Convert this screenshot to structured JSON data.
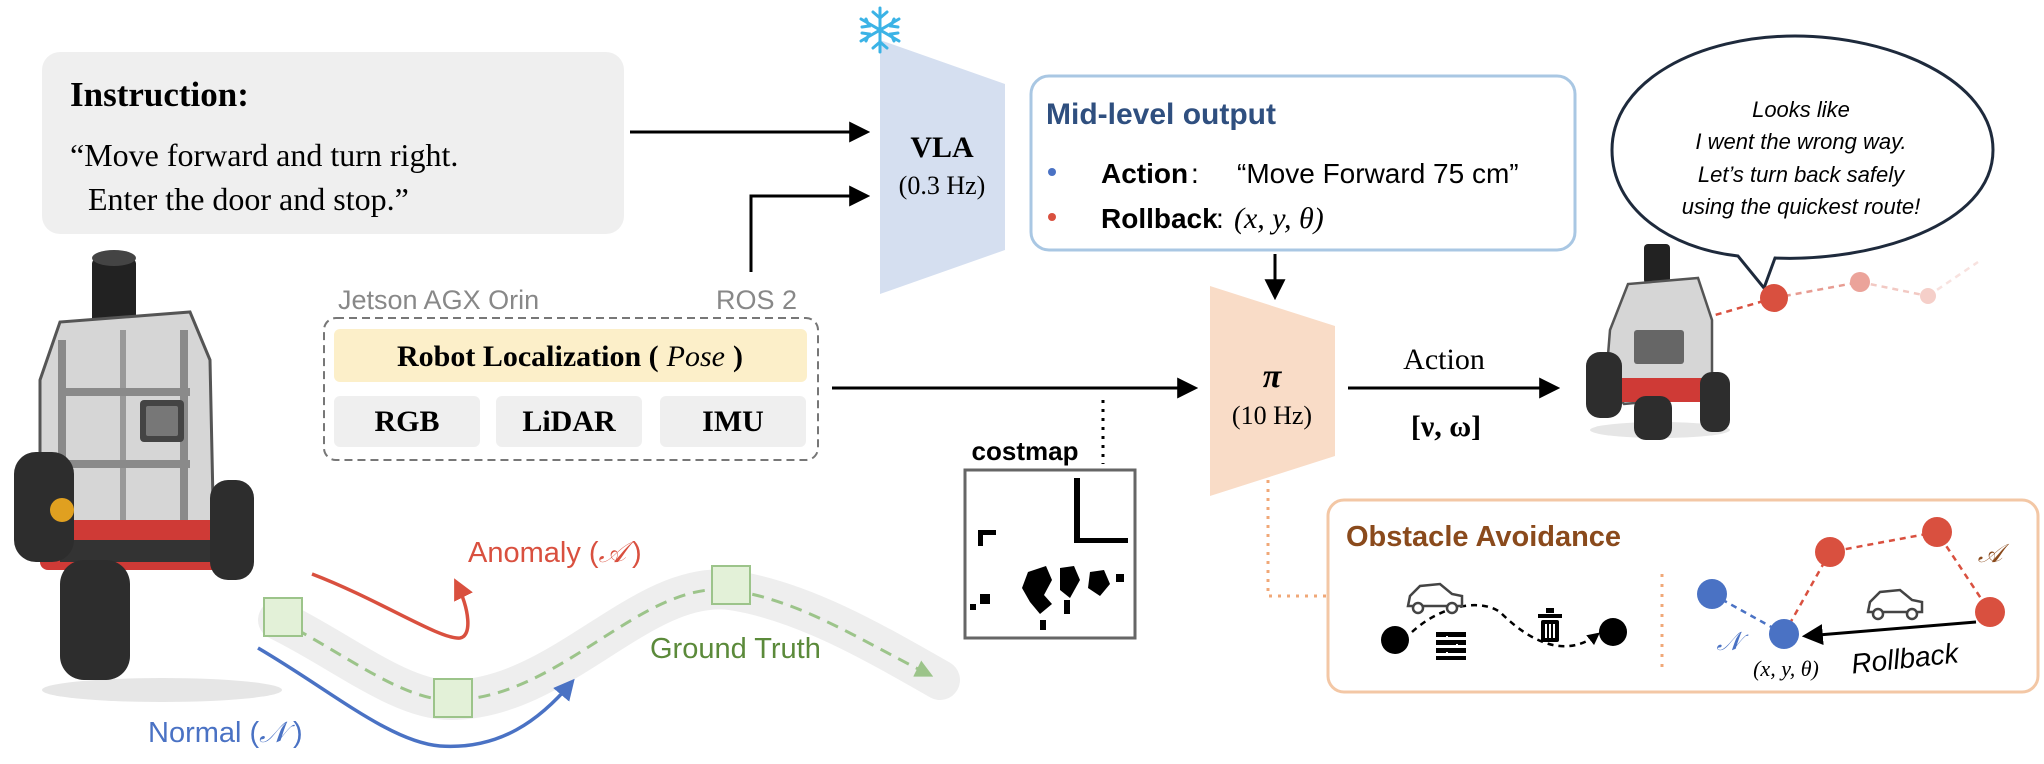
{
  "instruction": {
    "heading": "Instruction:",
    "line1": "“Move forward and turn right.",
    "line2": "Enter the door and stop.”"
  },
  "vla": {
    "title": "VLA",
    "rate": "(0.3 Hz)"
  },
  "mid_level": {
    "title": "Mid-level output",
    "action_label": "Action",
    "action_value": "“Move Forward 75 cm”",
    "rollback_label": "Rollback",
    "rollback_value": "(x, y, θ)"
  },
  "speech": {
    "line1": "Looks like",
    "line2": "I went the wrong way.",
    "line3": "Let’s turn back safely",
    "line4": "using the quickest route!"
  },
  "sensors": {
    "platform": "Jetson AGX Orin",
    "middleware": "ROS 2",
    "localization_prefix": "Robot Localization (",
    "localization_term": "Pose",
    "localization_suffix": ")",
    "rgb": "RGB",
    "lidar": "LiDAR",
    "imu": "IMU"
  },
  "policy": {
    "symbol": "π",
    "rate": "(10 Hz)",
    "output_label": "Action",
    "output_value": "[ν, ω]"
  },
  "costmap": {
    "label": "costmap"
  },
  "obstacle": {
    "title": "Obstacle Avoidance",
    "rollback": "Rollback",
    "normal_symbol": "𝒩",
    "anomaly_symbol": "𝒜",
    "pose": "(x, y, θ)"
  },
  "trajectory": {
    "anomaly": "Anomaly (",
    "anomaly_symbol": "𝒜",
    "anomaly_close": ")",
    "normal": "Normal (",
    "normal_symbol": "𝒩",
    "normal_close": ")",
    "ground_truth": "Ground Truth"
  },
  "colors": {
    "anomaly": "#d9503f",
    "normal": "#4a72c4",
    "ground_truth": "#5b8a3a",
    "mid_level_title": "#2f4f7f",
    "obstacle_title": "#8a4a1c",
    "vla_fill": "#d5dff0",
    "policy_fill": "#f9dcc7",
    "localization_fill": "#fcefc9"
  },
  "icons": [
    "snowflake-icon",
    "car-icon",
    "brick-wall-icon",
    "trash-can-icon",
    "robot-image"
  ]
}
